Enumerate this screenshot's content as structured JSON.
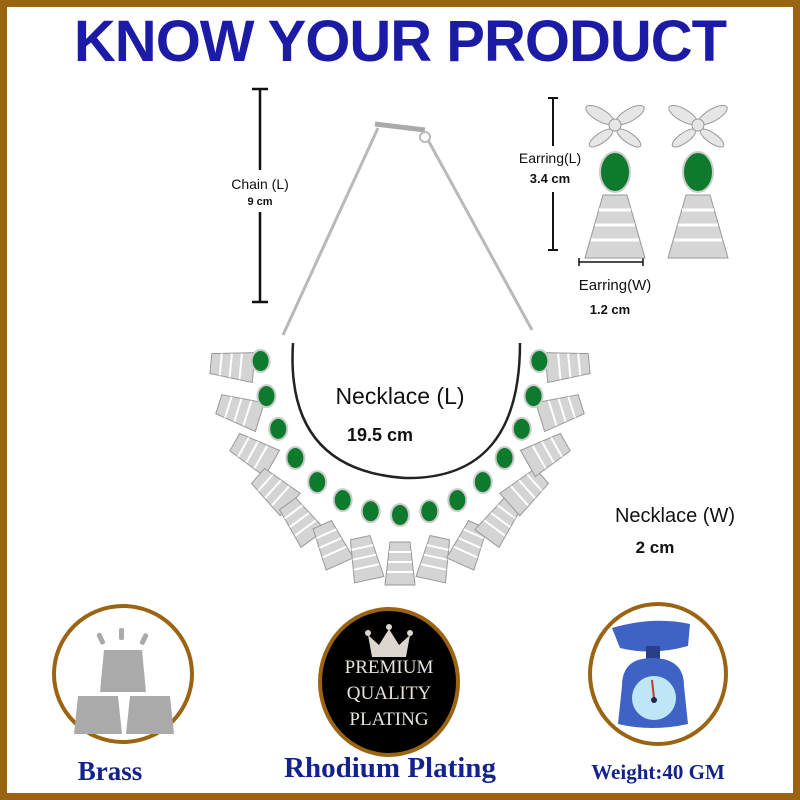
{
  "header": {
    "title": "KNOW YOUR PRODUCT"
  },
  "dimensions": {
    "chain_label": "Chain (L)",
    "chain_value": "9 cm",
    "earring_length_label": "Earring(L)",
    "earring_length_value": "3.4 cm",
    "earring_width_label": "Earring(W)",
    "earring_width_value": "1.2 cm",
    "necklace_length_label": "Necklace (L)",
    "necklace_length_value": "19.5 cm",
    "necklace_width_label": "Necklace (W)",
    "necklace_width_value": "2 cm"
  },
  "features": [
    {
      "icon": "metal-bars-icon",
      "caption": "Brass"
    },
    {
      "icon": "crown-icon",
      "badge_lines": [
        "PREMIUM",
        "QUALITY",
        "PLATING"
      ],
      "caption": "Rhodium Plating"
    },
    {
      "icon": "weighing-scale-icon",
      "caption": "Weight:40 GM"
    }
  ],
  "colors": {
    "border": "#9b6412",
    "title": "#1b1ba6",
    "caption": "#14238c",
    "gem": "#0e7a2e"
  }
}
